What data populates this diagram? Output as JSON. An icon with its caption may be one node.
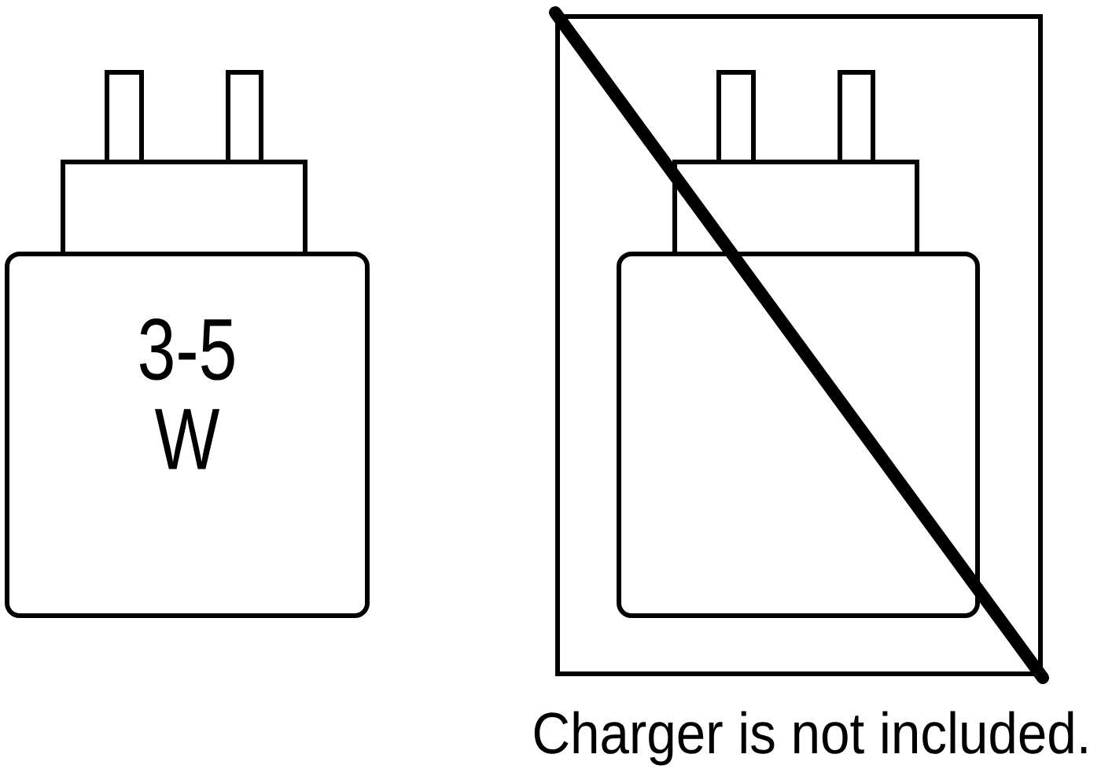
{
  "diagram": {
    "caption": "Charger is not included.",
    "nodes": [
      {
        "text": [
          "3-5 W"
        ]
      },
      {
        "text": [],
        "shape": "box"
      },
      {
        "text": [],
        "shape": "box",
        "in": 1
      }
    ]
  }
}
